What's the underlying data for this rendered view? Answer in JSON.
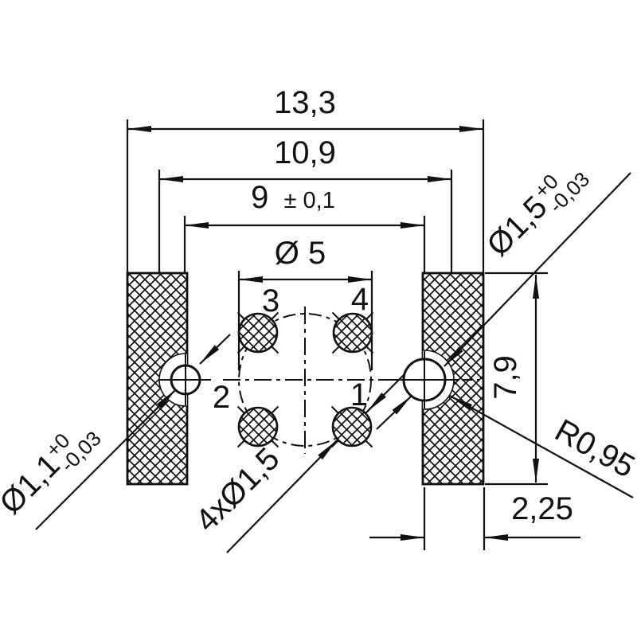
{
  "drawing": {
    "title": "connector-footprint-dimension-drawing",
    "background_color": "#ffffff",
    "ink_color": "#111111",
    "dimensions": {
      "overall_width": {
        "label": "13,3"
      },
      "outer_width": {
        "label": "10,9"
      },
      "pin_spacing": {
        "value": "9",
        "tolerance": "± 0,1"
      },
      "pitch_circle_diameter": {
        "label": "Ø 5"
      },
      "block_height": {
        "label": "7,9"
      },
      "block_width": {
        "label": "2,25"
      }
    },
    "callouts": {
      "left_pin": {
        "value": "Ø1,1",
        "tol_plus": "+0",
        "tol_minus": "-0,03"
      },
      "right_pin": {
        "value": "Ø1,5",
        "tol_plus": "+0",
        "tol_minus": "-0,03"
      },
      "holes": {
        "label": "4xØ1,5"
      },
      "land_radius": {
        "label": "R0,95"
      }
    },
    "hole_numbers": {
      "n1": "1",
      "n2": "2",
      "n3": "3",
      "n4": "4"
    }
  }
}
